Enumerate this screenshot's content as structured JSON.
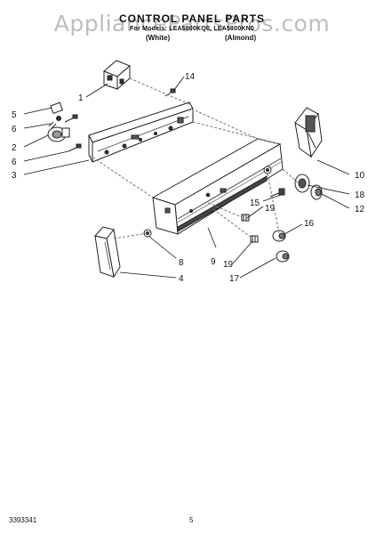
{
  "header": {
    "watermark": "AppliancePartsPros.com",
    "title": "CONTROL PANEL PARTS",
    "models": "For Models: LEA5800KQ0, LEA5800KN0",
    "color_white": "(White)",
    "color_almond": "(Almond)"
  },
  "callouts": [
    "1",
    "2",
    "3",
    "4",
    "5",
    "6",
    "6",
    "8",
    "9",
    "10",
    "12",
    "14",
    "15",
    "16",
    "17",
    "18",
    "19",
    "19"
  ],
  "footer": {
    "doc_number": "3393341",
    "page_number": "5"
  }
}
